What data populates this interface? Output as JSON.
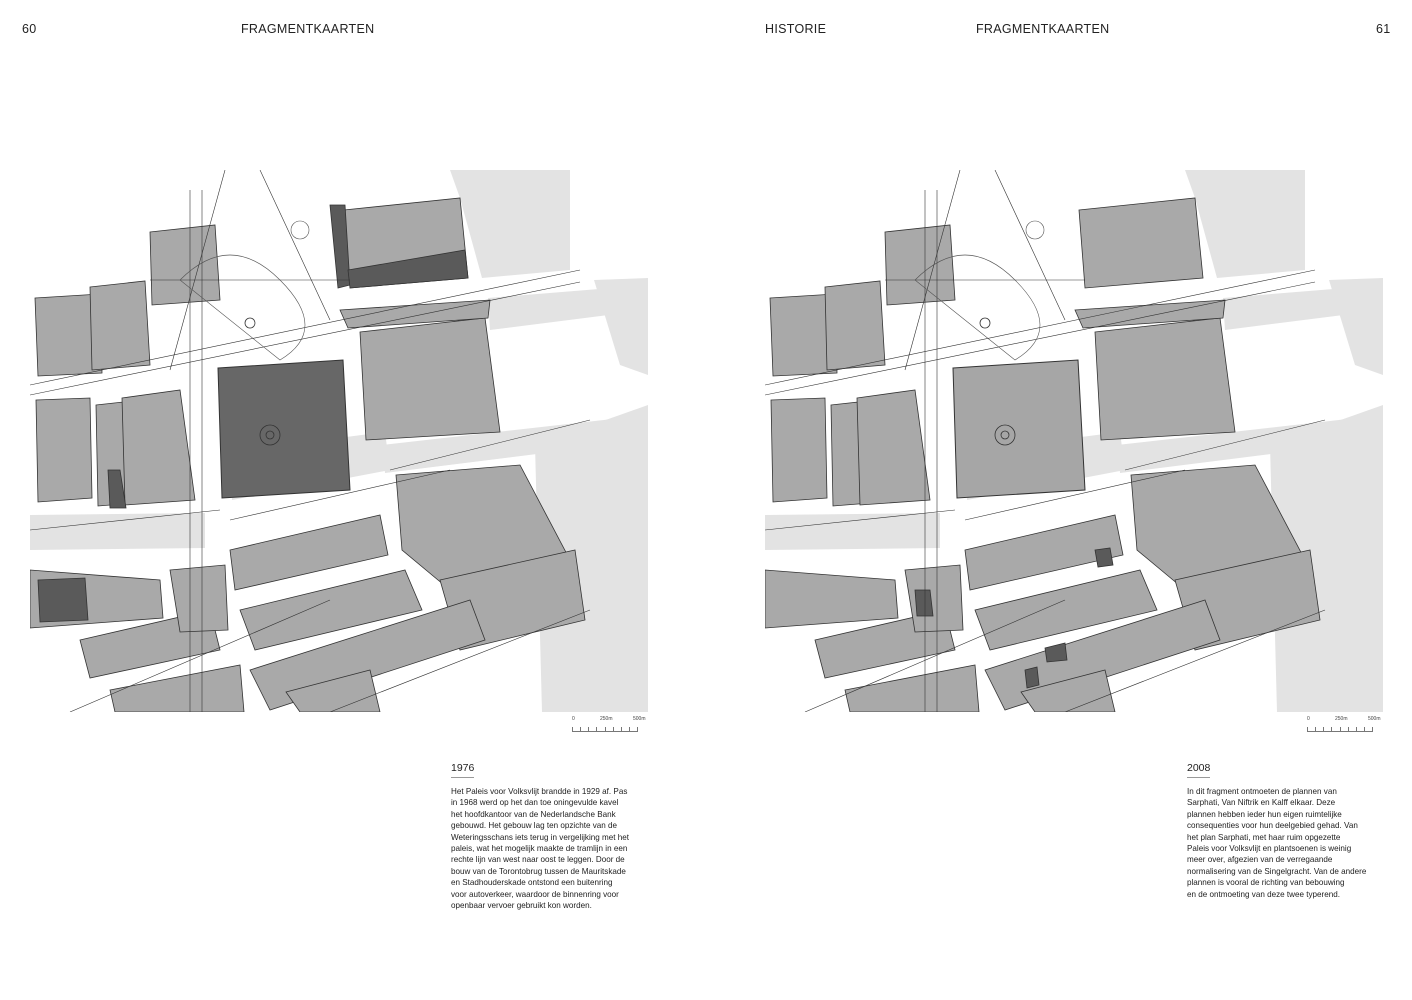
{
  "left_page": {
    "page_number": "60",
    "running_title": "FRAGMENTKAARTEN",
    "year": "1976",
    "body_lines": [
      "Het Paleis voor Volksvlijt brandde in 1929 af. Pas",
      "in 1968 werd op het dan toe oningevulde kavel",
      "het hoofdkantoor van de Nederlandsche Bank",
      "gebouwd. Het gebouw lag ten opzichte van de",
      "Weteringsschans iets terug in vergelijking met het",
      "paleis, wat het mogelijk maakte de tramlijn in een",
      "rechte lijn van west naar oost te leggen. Door de",
      "bouw van de Torontobrug tussen de Mauritskade",
      "en Stadhouderskade ontstond een buitenring",
      "voor autoverkeer, waardoor de binnenring voor",
      "openbaar vervoer gebruikt kon worden."
    ],
    "scale": {
      "zero": "0",
      "mid": "250m",
      "end": "500m"
    }
  },
  "right_page": {
    "section": "HISTORIE",
    "running_title": "FRAGMENTKAARTEN",
    "page_number": "61",
    "year": "2008",
    "body_lines": [
      "In dit fragment ontmoeten de plannen van",
      "Sarphati, Van Niftrik en Kalff elkaar. Deze",
      "plannen hebben ieder hun eigen ruimtelijke",
      "consequenties voor hun deelgebied gehad. Van",
      "het plan Sarphati, met haar ruim opgezette",
      "Paleis voor Volksvlijt en plantsoenen is weinig",
      "meer over, afgezien van de verregaande",
      "normalisering van de Singelgracht. Van de andere",
      "plannen is vooral de richting van bebouwing",
      "en de ontmoeting van deze twee typerend."
    ],
    "scale": {
      "zero": "0",
      "mid": "250m",
      "end": "500m"
    }
  },
  "colors": {
    "water": "#e3e3e3",
    "block_fill": "#a9a9a9",
    "block_dark": "#5a5a5a",
    "bank_1976": "#676767",
    "bank_2008": "#a6a6a6",
    "line": "#333333"
  }
}
